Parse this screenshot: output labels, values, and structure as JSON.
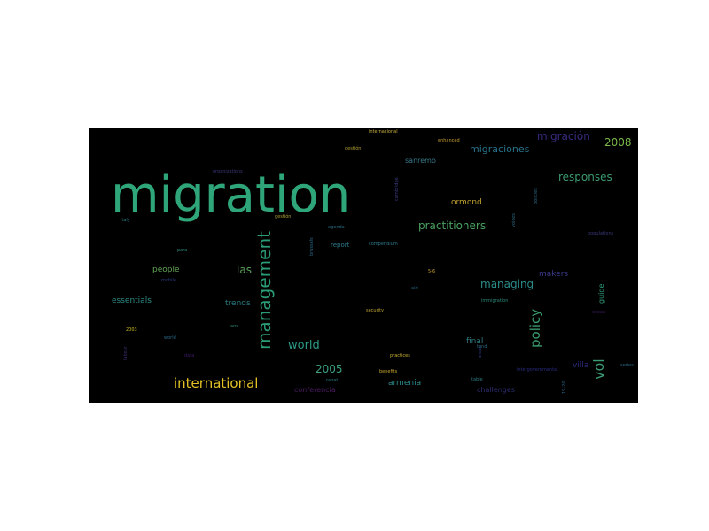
{
  "colors": {
    "background": "#000000",
    "page": "#ffffff"
  },
  "words": [
    {
      "text": "migration",
      "color": "#2fa67a"
    },
    {
      "text": "management",
      "color": "#2a9c74"
    },
    {
      "text": "international",
      "color": "#e3c125"
    },
    {
      "text": "policy",
      "color": "#3a9a6c"
    },
    {
      "text": "vol",
      "color": "#3b9a73"
    },
    {
      "text": "practitioners",
      "color": "#4aa060"
    },
    {
      "text": "responses",
      "color": "#3c9a70"
    },
    {
      "text": "world",
      "color": "#2c9a86"
    },
    {
      "text": "managing",
      "color": "#2c8c8a"
    },
    {
      "text": "migraciones",
      "color": "#28728a"
    },
    {
      "text": "migración",
      "color": "#3a2a80"
    },
    {
      "text": "2008",
      "color": "#7ab84a"
    },
    {
      "text": "2005",
      "color": "#3aa080"
    },
    {
      "text": "las",
      "color": "#5ca05a"
    },
    {
      "text": "people",
      "color": "#63a356"
    },
    {
      "text": "armenia",
      "color": "#2c8a8a"
    },
    {
      "text": "ormond",
      "color": "#c0a030"
    },
    {
      "text": "sanremo",
      "color": "#3a7a8a"
    },
    {
      "text": "makers",
      "color": "#3a3a8a"
    },
    {
      "text": "trends",
      "color": "#2a7a80"
    },
    {
      "text": "essentials",
      "color": "#2c8c86"
    },
    {
      "text": "guide",
      "color": "#2c9a7a"
    },
    {
      "text": "villa",
      "color": "#2c2c80"
    },
    {
      "text": "final",
      "color": "#2c7a80"
    },
    {
      "text": "challenges",
      "color": "#2c2c70"
    },
    {
      "text": "conferencia",
      "color": "#4a1a60"
    },
    {
      "text": "internacional",
      "color": "#c8b040"
    },
    {
      "text": "enhanced",
      "color": "#c8a030"
    },
    {
      "text": "gestión",
      "color": "#b0a030"
    },
    {
      "text": "organizations",
      "color": "#3a3a7a"
    },
    {
      "text": "report",
      "color": "#2a7a8a"
    },
    {
      "text": "compendium",
      "color": "#2a7a8a"
    },
    {
      "text": "agenda",
      "color": "#2a6a80"
    },
    {
      "text": "gestión",
      "color": "#b0a030"
    },
    {
      "text": "populations",
      "color": "#3a3a7a"
    },
    {
      "text": "immigration",
      "color": "#2a8a7a"
    },
    {
      "text": "security",
      "color": "#b8a030"
    },
    {
      "text": "practices",
      "color": "#c8b030"
    },
    {
      "text": "benefits",
      "color": "#c8a830"
    },
    {
      "text": "rabat",
      "color": "#2a7a80"
    },
    {
      "text": "intergovernmental",
      "color": "#2a2a80"
    },
    {
      "text": "italy",
      "color": "#2a7a80"
    },
    {
      "text": "para",
      "color": "#2a8a7a"
    },
    {
      "text": "mobile",
      "color": "#2a3a80"
    },
    {
      "text": "2003",
      "color": "#d0c020"
    },
    {
      "text": "world",
      "color": "#2a6a8a"
    },
    {
      "text": "ans",
      "color": "#2a8a7a"
    },
    {
      "text": "data",
      "color": "#3a1a6a"
    },
    {
      "text": "labour",
      "color": "#3a2a70"
    },
    {
      "text": "aid",
      "color": "#2a6a8a"
    },
    {
      "text": "table",
      "color": "#2a7a80"
    },
    {
      "text": "5-6",
      "color": "#c8a030"
    },
    {
      "text": "ocean",
      "color": "#3a1a60"
    },
    {
      "text": "series",
      "color": "#2a6a80"
    },
    {
      "text": "19-20",
      "color": "#2a6a8a"
    },
    {
      "text": "cambridge",
      "color": "#3a3a80"
    },
    {
      "text": "policies",
      "color": "#2a6a8a"
    },
    {
      "text": "voices",
      "color": "#2a6a80"
    },
    {
      "text": "brussels",
      "color": "#2a6a8a"
    },
    {
      "text": "areas",
      "color": "#2a3a80"
    },
    {
      "text": "tend",
      "color": "#2a6a80"
    }
  ]
}
